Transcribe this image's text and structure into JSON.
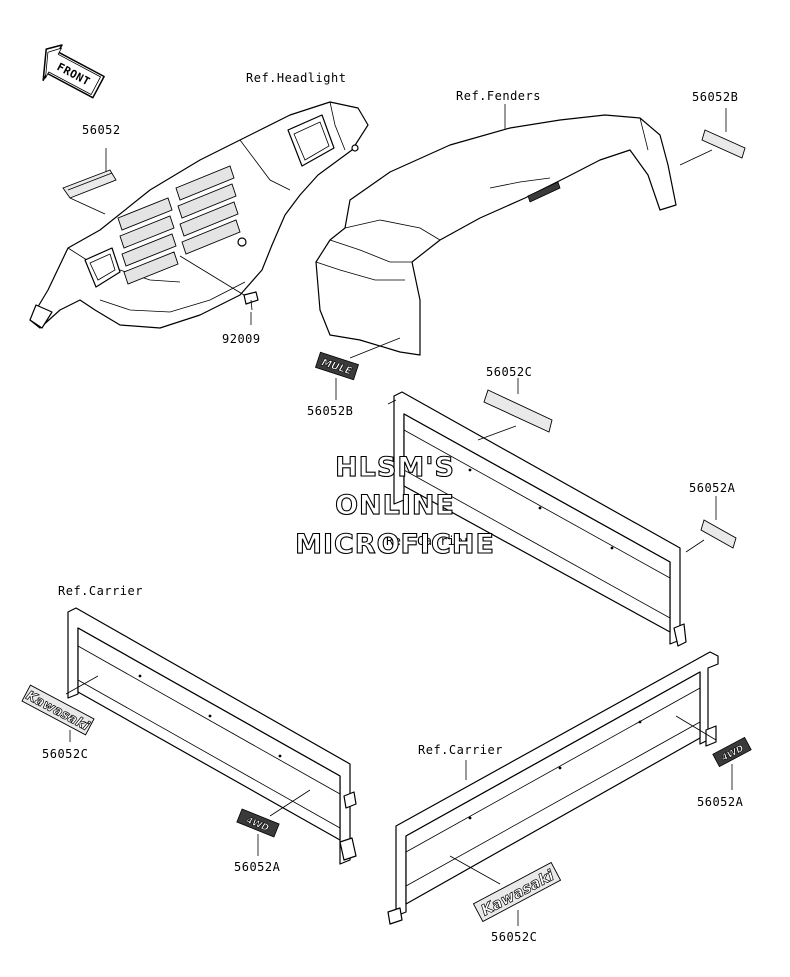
{
  "front_badge": "FRONT",
  "labels": {
    "ref_headlight": "Ref.Headlight",
    "ref_fenders": "Ref.Fenders",
    "part_56052_top": "56052",
    "part_56052b_top": "56052B",
    "part_92009": "92009",
    "part_56052b_mid": "56052B",
    "part_56052c_mid": "56052C",
    "part_56052a_right": "56052A",
    "ref_carrier_mid": "Ref.Carrier",
    "ref_carrier_left": "Ref.Carrier",
    "part_56052c_left": "56052C",
    "part_56052a_left": "56052A",
    "ref_carrier_bottom": "Ref.Carrier",
    "part_56052a_bottom": "56052A",
    "part_56052c_bottom": "56052C"
  },
  "watermark": {
    "line1": "HLSM'S",
    "line2": "ONLINE",
    "line3": "MICROFICHE"
  },
  "decals": {
    "kawasaki": "Kawasaki",
    "mule": "MULE",
    "four_wd": "4WD"
  }
}
